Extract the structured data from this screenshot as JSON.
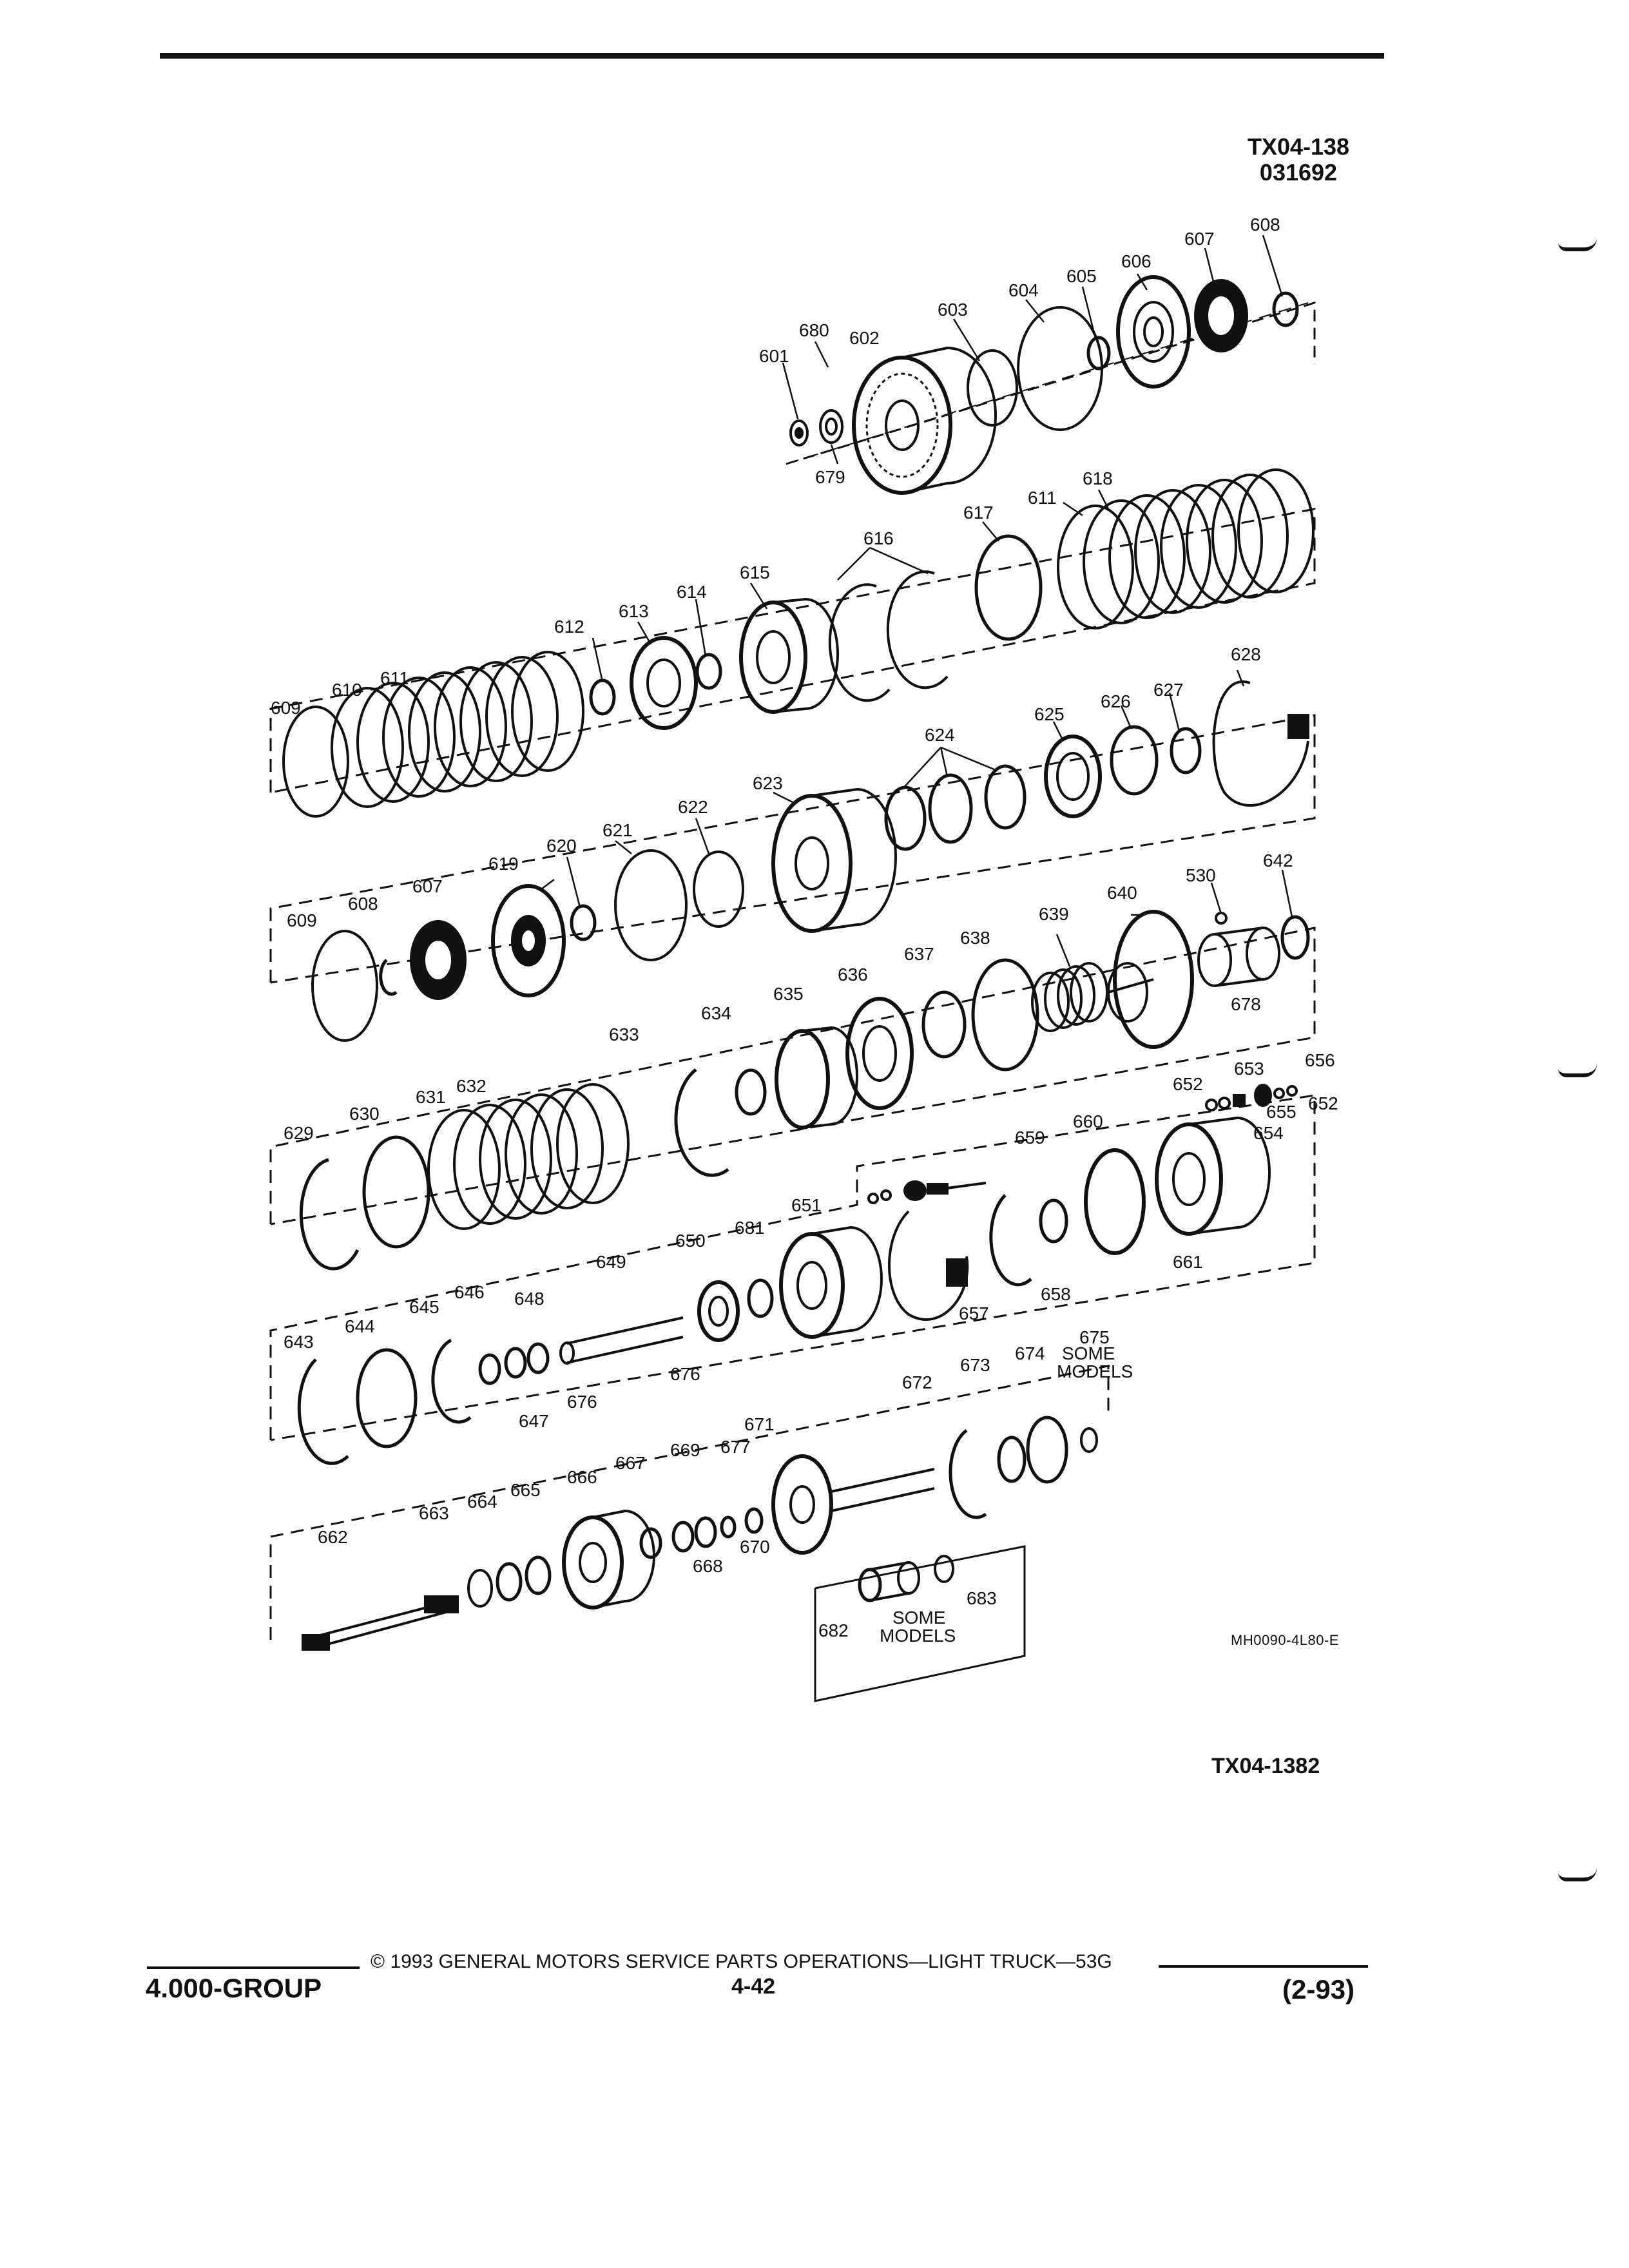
{
  "figure": {
    "id_line1": "TX04-138",
    "id_line2": "031692"
  },
  "image_code": "MH0090-4L80-E",
  "tx_code": "TX04-1382",
  "footer": {
    "copyright": "© 1993 GENERAL MOTORS SERVICE PARTS OPERATIONS—LIGHT TRUCK—53G",
    "group": "4.000-GROUP",
    "page": "4-42",
    "date": "(2-93)"
  },
  "callouts": {
    "601": "601",
    "602": "602",
    "603": "603",
    "604": "604",
    "605": "605",
    "606": "606",
    "607": "607",
    "608": "608",
    "609": "609",
    "610": "610",
    "611": "611",
    "612": "612",
    "613": "613",
    "614": "614",
    "615": "615",
    "616": "616",
    "617": "617",
    "618": "618",
    "619": "619",
    "620": "620",
    "621": "621",
    "622": "622",
    "623": "623",
    "624": "624",
    "625": "625",
    "626": "626",
    "627": "627",
    "628": "628",
    "629": "629",
    "630": "630",
    "631": "631",
    "632": "632",
    "633": "633",
    "634": "634",
    "635": "635",
    "636": "636",
    "637": "637",
    "638": "638",
    "639": "639",
    "640": "640",
    "642": "642",
    "643": "643",
    "644": "644",
    "645": "645",
    "646": "646",
    "647": "647",
    "648": "648",
    "649": "649",
    "650": "650",
    "651": "651",
    "652": "652",
    "653": "653",
    "654": "654",
    "655": "655",
    "656": "656",
    "657": "657",
    "658": "658",
    "659": "659",
    "660": "660",
    "661": "661",
    "662": "662",
    "663": "663",
    "664": "664",
    "665": "665",
    "666": "666",
    "667": "667",
    "668": "668",
    "669": "669",
    "670": "670",
    "671": "671",
    "672": "672",
    "673": "673",
    "674": "674",
    "675": "675",
    "676": "676",
    "677": "677",
    "678": "678",
    "679": "679",
    "680": "680",
    "681": "681",
    "682": "682",
    "683": "683",
    "530": "530"
  },
  "notes": {
    "some_models": "SOME MODELS",
    "some": "SOME",
    "models": "MODELS"
  }
}
